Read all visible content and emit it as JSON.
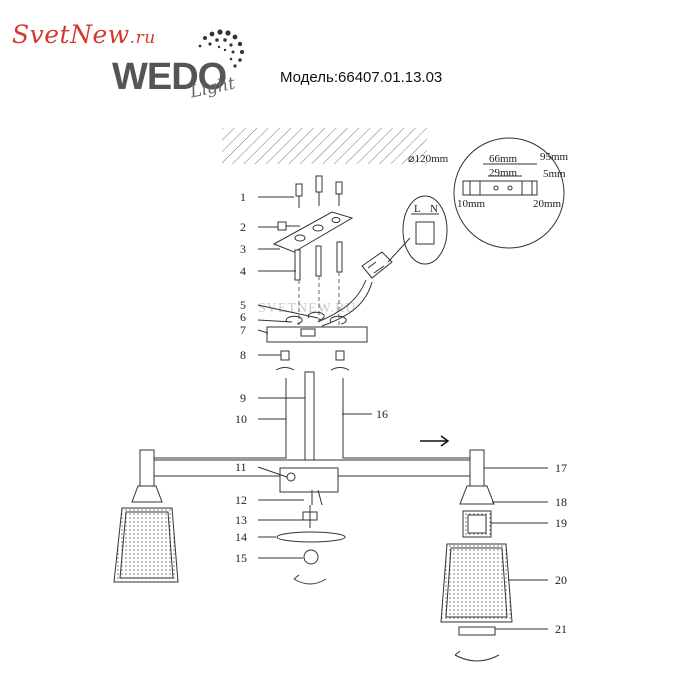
{
  "brand": {
    "svetnew": "SvetNew",
    "svetnew_tld": ".ru",
    "wedo": "WEDO",
    "light": "Light"
  },
  "model_line": "Модель:66407.01.13.03",
  "watermark": "SVETNEW.RU",
  "dimensions": {
    "diameter": "⌀120mm",
    "d66": "66mm",
    "d29": "29mm",
    "d95": "95mm",
    "d5": "5mm",
    "d10": "10mm",
    "d20": "20mm"
  },
  "terminal_labels": {
    "L": "L",
    "N": "N"
  },
  "part_numbers": [
    "1",
    "2",
    "3",
    "4",
    "5",
    "6",
    "7",
    "8",
    "9",
    "10",
    "11",
    "12",
    "13",
    "14",
    "15",
    "16",
    "17",
    "18",
    "19",
    "20",
    "21"
  ]
}
